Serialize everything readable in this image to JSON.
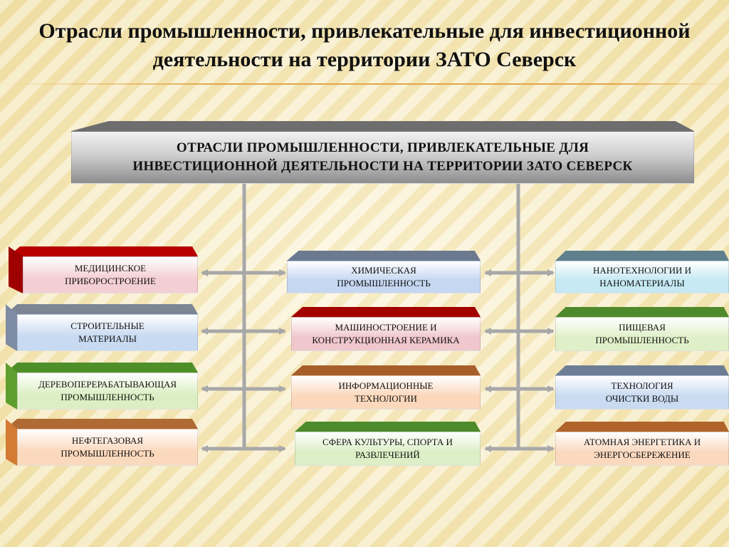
{
  "title": "Отрасли промышленности, привлекательные для инвестиционной деятельности на территории ЗАТО Северск",
  "header_box": {
    "line1": "ОТРАСЛИ ПРОМЫШЛЕННОСТИ, ПРИВЛЕКАТЕЛЬНЫЕ ДЛЯ",
    "line2": "ИНВЕСТИЦИОННОЙ ДЕЯТЕЛЬНОСТИ НА ТЕРРИТОРИИ ЗАТО СЕВЕРСК",
    "colors": {
      "top": "#6e6e6e",
      "face_light": "#e6e6e6",
      "face_dark": "#8a8a8a"
    }
  },
  "boxes": [
    {
      "line1": "МЕДИЦИНСКОЕ",
      "line2": "ПРИБОРОСТРОЕНИЕ",
      "top": "#b80000",
      "side": "#9e0000",
      "face": "#f3cfd3"
    },
    {
      "line1": "СТРОИТЕЛЬНЫЕ",
      "line2": "МАТЕРИАЛЫ",
      "top": "#7c8594",
      "side": "#7d8ba3",
      "face": "#c8daf2"
    },
    {
      "line1": "ДЕРЕВОПЕРЕРАБАТЫВАЮЩАЯ",
      "line2": "ПРОМЫШЛЕННОСТЬ",
      "top": "#4f8f2a",
      "side": "#5e9e2e",
      "face": "#dcefc4"
    },
    {
      "line1": "НЕФТЕГАЗОВАЯ",
      "line2": "ПРОМЫШЛЕННОСТЬ",
      "top": "#b06a34",
      "side": "#d37a33",
      "face": "#fbd9bd"
    },
    {
      "line1": "ХИМИЧЕСКАЯ",
      "line2": "ПРОМЫШЛЕННОСТЬ",
      "top": "#6c7a90",
      "side": "#6c7a90",
      "face": "#c5d7f1"
    },
    {
      "line1": "МАШИНОСТРОЕНИЕ И",
      "line2": "КОНСТРУКЦИОННАЯ КЕРАМИКА",
      "top": "#a30000",
      "side": "#a30000",
      "face": "#f0c7cd"
    },
    {
      "line1": "ИНФОРМАЦИОННЫЕ",
      "line2": "ТЕХНОЛОГИИ",
      "top": "#a75f2a",
      "side": "#a75f2a",
      "face": "#fbd8bc"
    },
    {
      "line1": "СФЕРА КУЛЬТУРЫ, СПОРТА И",
      "line2": "РАЗВЛЕЧЕНИЙ",
      "top": "#4d8a2b",
      "side": "#4d8a2b",
      "face": "#dcefc6"
    },
    {
      "line1": "НАНОТЕХНОЛОГИИ И",
      "line2": "НАНОМАТЕРИАЛЫ",
      "top": "#5f7f8c",
      "side": "#5f7f8c",
      "face": "#c6e9f3"
    },
    {
      "line1": "ПИЩЕВАЯ",
      "line2": "ПРОМЫШЛЕННОСТЬ",
      "top": "#4e8a2c",
      "side": "#4e8a2c",
      "face": "#dff0c8"
    },
    {
      "line1": "ТЕХНОЛОГИЯ",
      "line2": "ОЧИСТКИ ВОДЫ",
      "top": "#6d7d94",
      "side": "#6d7d94",
      "face": "#c9daf1"
    },
    {
      "line1": "АТОМНАЯ ЭНЕРГЕТИКА И",
      "line2": "ЭНЕРГОСБЕРЕЖЕНИЕ",
      "top": "#b0642b",
      "side": "#b0642b",
      "face": "#fbd9bf"
    }
  ],
  "connector_color": "#a8a8a8"
}
